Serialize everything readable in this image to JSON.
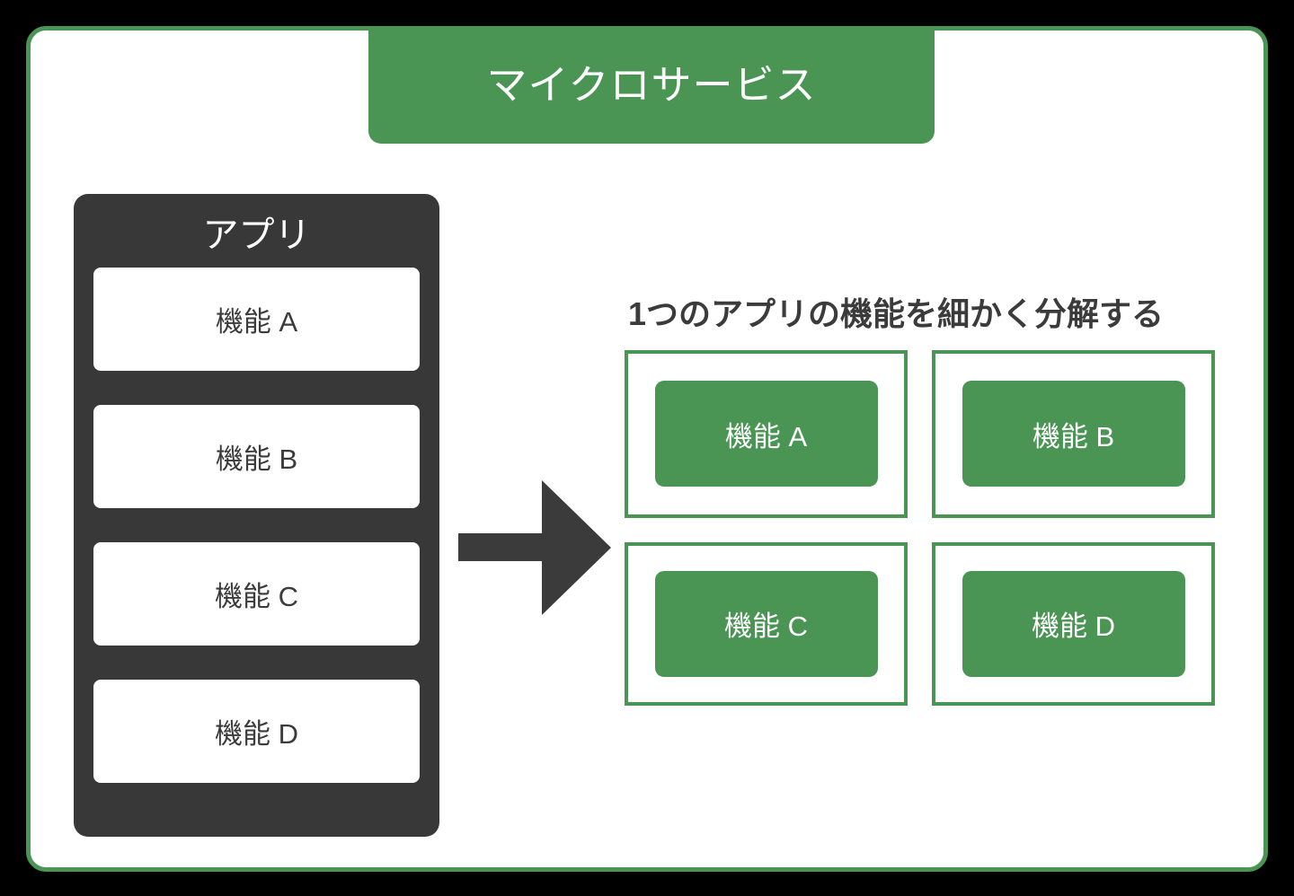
{
  "canvas": {
    "background_color": "#000000"
  },
  "card": {
    "border_color": "#4a9454",
    "background_color": "#ffffff"
  },
  "header": {
    "title": "マイクロサービス",
    "background_color": "#4a9454",
    "text_color": "#ffffff"
  },
  "monolith": {
    "title": "アプリ",
    "background_color": "#383838",
    "title_color": "#ffffff",
    "feature_text_color": "#3b3b3b",
    "features": [
      {
        "label": "機能 A"
      },
      {
        "label": "機能 B"
      },
      {
        "label": "機能 C"
      },
      {
        "label": "機能 D"
      }
    ]
  },
  "arrow": {
    "icon": "arrow-right-icon",
    "color": "#3b3b3b",
    "direction": "right"
  },
  "microservices": {
    "heading": "1つのアプリの機能を細かく分解する",
    "heading_color": "#3b3b3b",
    "outline_color": "#4a9454",
    "fill_color": "#4a9454",
    "label_color": "#ffffff",
    "services": [
      {
        "label": "機能 A"
      },
      {
        "label": "機能 B"
      },
      {
        "label": "機能 C"
      },
      {
        "label": "機能 D"
      }
    ]
  }
}
